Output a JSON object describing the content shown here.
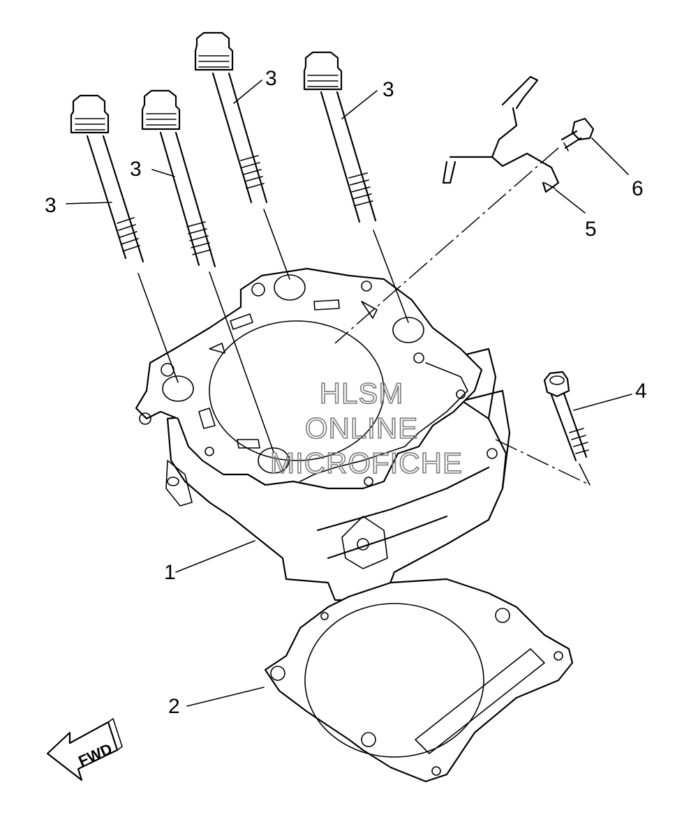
{
  "callouts": {
    "cylinder": "1",
    "gasket": "2",
    "stud_bolt_a": "3",
    "stud_bolt_b": "3",
    "stud_bolt_c": "3",
    "stud_bolt_d": "3",
    "bolt": "4",
    "clamp": "5",
    "clamp_bolt": "6"
  },
  "watermark": {
    "line1": "HLSM",
    "line2": "ONLINE",
    "line3": "MICROFICHE"
  },
  "direction_label": "FWD"
}
